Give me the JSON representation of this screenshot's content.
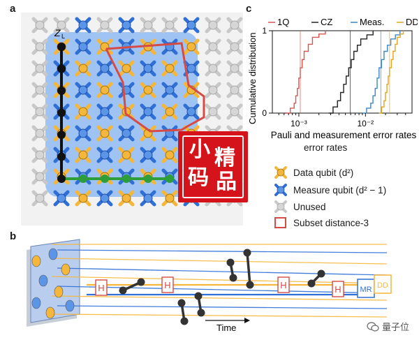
{
  "panels": {
    "a": "a",
    "b": "b",
    "c": "c"
  },
  "panel_a": {
    "logical_operator_label": "Z",
    "logical_operator_subscript": "L"
  },
  "legend": {
    "data_qubit": "Data qubit (d²)",
    "measure_qubit": "Measure qubit (d² − 1)",
    "unused": "Unused",
    "subset": "Subset distance-3"
  },
  "panel_b": {
    "gate_h": "H",
    "gate_mr": "MR",
    "gate_dd": "DD",
    "time_label": "Time"
  },
  "chart_data": {
    "type": "line",
    "title": "",
    "xlabel": "Pauli and measurement error rates",
    "ylabel": "Cumulative distribution",
    "xscale": "log",
    "xlim": [
      0.0004,
      0.05
    ],
    "ylim": [
      0,
      1
    ],
    "xticks": [
      "10⁻³",
      "10⁻²"
    ],
    "yticks": [
      "0",
      "1"
    ],
    "legend_position": "top",
    "series": [
      {
        "name": "1Q",
        "color": "#d9534f",
        "x": [
          0.00065,
          0.00085,
          0.00095,
          0.00105,
          0.0012,
          0.0016,
          0.0025
        ],
        "y": [
          0,
          0.12,
          0.3,
          0.55,
          0.75,
          0.92,
          1
        ],
        "median": 0.00105
      },
      {
        "name": "CZ",
        "color": "#222222",
        "x": [
          0.0028,
          0.0038,
          0.0047,
          0.0056,
          0.0067,
          0.0085,
          0.013
        ],
        "y": [
          0,
          0.15,
          0.35,
          0.55,
          0.75,
          0.9,
          1
        ],
        "median": 0.0059
      },
      {
        "name": "Meas.",
        "color": "#3b86c6",
        "x": [
          0.009,
          0.012,
          0.014,
          0.016,
          0.019,
          0.024,
          0.033
        ],
        "y": [
          0,
          0.12,
          0.3,
          0.55,
          0.75,
          0.9,
          1
        ],
        "median": 0.017
      },
      {
        "name": "DD",
        "color": "#e8a21a",
        "x": [
          0.016,
          0.019,
          0.021,
          0.023,
          0.026,
          0.03,
          0.037
        ],
        "y": [
          0,
          0.15,
          0.35,
          0.55,
          0.75,
          0.92,
          1
        ],
        "median": 0.023
      }
    ]
  },
  "watermark": {
    "stamp_chars": [
      "小",
      "精",
      "码",
      "品"
    ],
    "brand": "量子位"
  },
  "colors": {
    "data": "#f5b73b",
    "measure": "#2f6fd6",
    "unused": "#c8c8c8",
    "subset": "#d64b45",
    "green": "#2e9e3a"
  }
}
